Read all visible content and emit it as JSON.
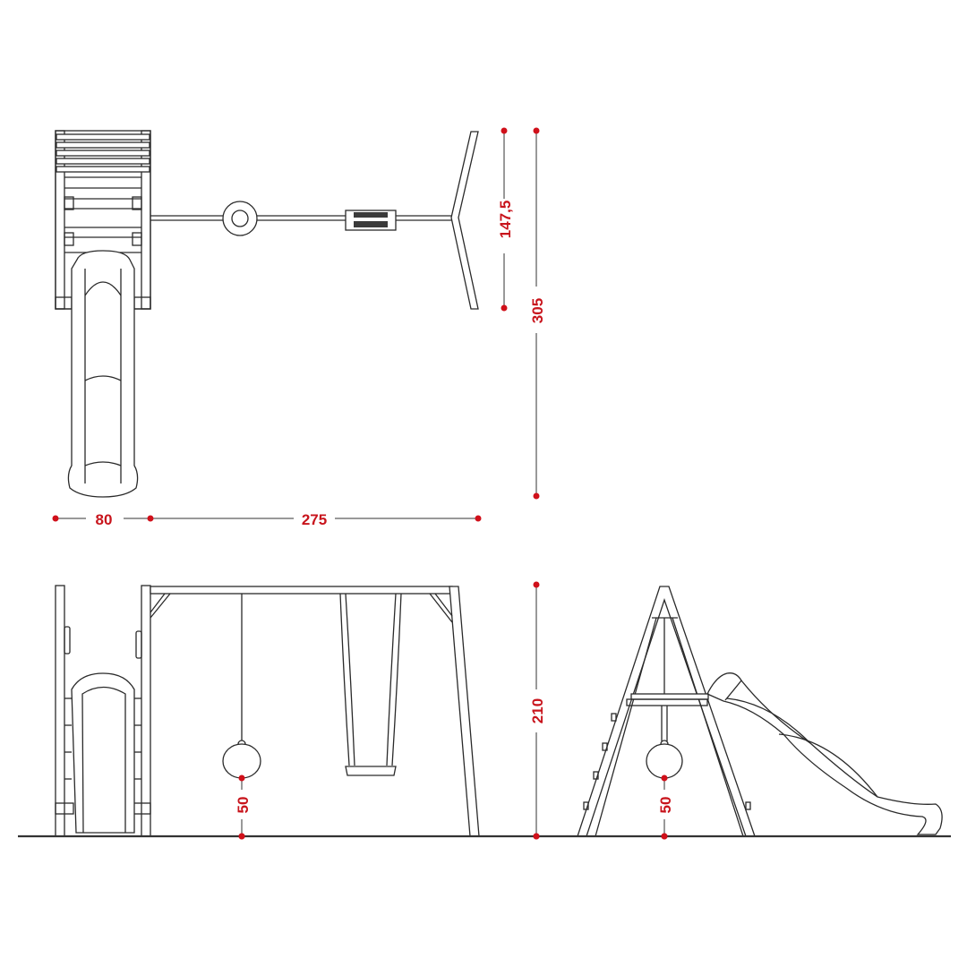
{
  "dimensions": {
    "swing_beam_width": "147,5",
    "total_depth": "305",
    "tower_width": "80",
    "swing_length": "275",
    "total_height": "210",
    "ball_height_front": "50",
    "ball_height_side": "50"
  },
  "colors": {
    "dimension": "#c8141c",
    "line": "#2a2a2a"
  }
}
